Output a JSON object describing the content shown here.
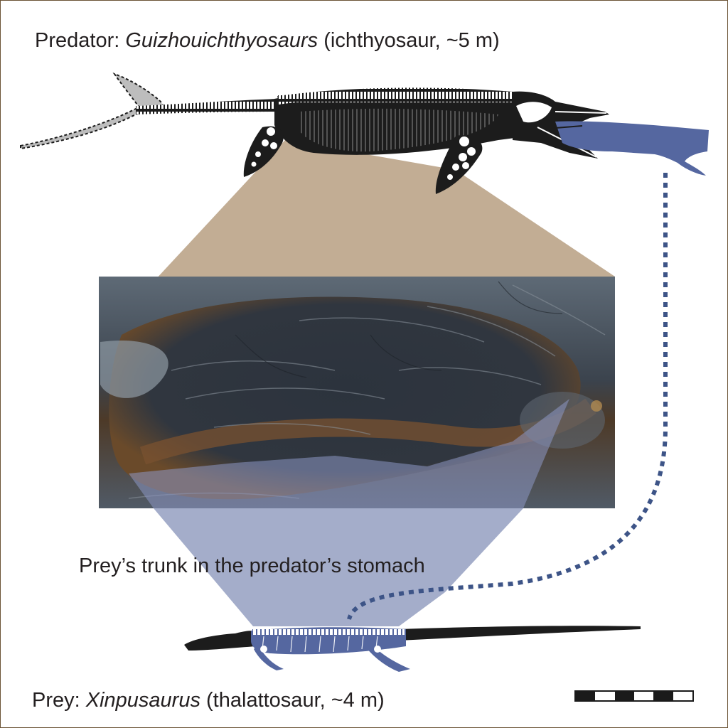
{
  "predator": {
    "prefix": "Predator: ",
    "genus": "Guizhouichthyosaurs",
    "suffix": " (ichthyosaur, ~5 m)"
  },
  "prey": {
    "prefix": "Prey: ",
    "genus": "Xinpusaurus",
    "suffix": " (thalattosaur, ~4 m)"
  },
  "stomach_label": "Prey’s trunk in the predator’s stomach",
  "colors": {
    "border": "#6b5335",
    "zoom_wedge_top": "#c2ad94",
    "zoom_wedge_bottom": "#9aa4c4",
    "prey_blue": "#5567a0",
    "predator_black": "#1c1c1c",
    "tail_grey": "#bdbdbd",
    "dotted_path": "#3d5487"
  },
  "scale_bar_segments": 6
}
